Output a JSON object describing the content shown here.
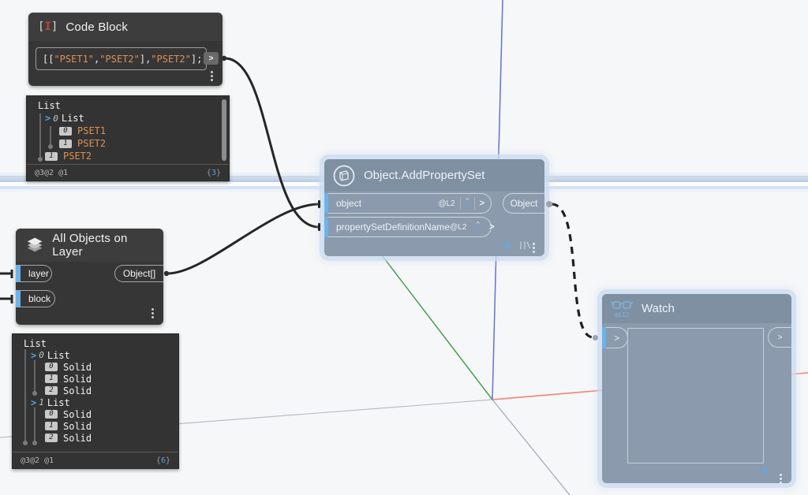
{
  "colors": {
    "accent_blue": "#4da3e8",
    "string_orange": "#dd9055",
    "freeze_blue": "#64a9e3",
    "wire_black": "#262626",
    "axis_x_red": "#ef8575",
    "axis_y_green": "#4a9e4f",
    "axis_z_blue": "#6470d4",
    "node_dark": "#363636",
    "node_frozen": "#8b9aac",
    "selection_halo": "#cfe0f1"
  },
  "nodes": {
    "code_block": {
      "icon": "code-block-icon",
      "title": "Code Block",
      "code_parts": [
        {
          "text": "[[",
          "type": "punct"
        },
        {
          "text": "\"PSET1\"",
          "type": "string"
        },
        {
          "text": ",",
          "type": "punct"
        },
        {
          "text": "\"PSET2\"",
          "type": "string"
        },
        {
          "text": "],",
          "type": "punct"
        },
        {
          "text": "\"PSET2\"",
          "type": "string"
        },
        {
          "text": "];",
          "type": "punct"
        }
      ],
      "output_label": ">"
    },
    "all_objects": {
      "icon": "layers-icon",
      "title": "All Objects on Layer",
      "inputs": [
        {
          "name": "layer"
        },
        {
          "name": "block"
        }
      ],
      "output": "Object[]"
    },
    "add_property_set": {
      "icon": "object-cube-icon",
      "title": "Object.AddPropertySet",
      "inputs": [
        {
          "name": "object",
          "level": "@L2"
        },
        {
          "name": "propertySetDefinitionName",
          "level": "@L2"
        }
      ],
      "output": "Object",
      "lacing_label": "||\\",
      "frozen": true
    },
    "watch": {
      "icon": "watch-glasses-icon",
      "title": "Watch",
      "input_label": ">",
      "output_label": ">",
      "frozen": true
    }
  },
  "previews": {
    "top": {
      "rows": [
        {
          "indent": 0,
          "label": "List"
        },
        {
          "indent": 1,
          "chevron": true,
          "index": "0",
          "label": "List"
        },
        {
          "indent": 2,
          "badge": "0",
          "label": "PSET1",
          "orange": true
        },
        {
          "indent": 2,
          "badge": "1",
          "label": "PSET2",
          "orange": true
        },
        {
          "indent": 1,
          "badge": "1",
          "label": "PSET2",
          "orange": true
        }
      ],
      "footer_left": "@3@2 @1",
      "footer_right": "{3}"
    },
    "bottom": {
      "rows": [
        {
          "indent": 0,
          "label": "List"
        },
        {
          "indent": 1,
          "chevron": true,
          "index": "0",
          "label": "List"
        },
        {
          "indent": 2,
          "badge": "0",
          "label": "Solid"
        },
        {
          "indent": 2,
          "badge": "1",
          "label": "Solid"
        },
        {
          "indent": 2,
          "badge": "2",
          "label": "Solid"
        },
        {
          "indent": 1,
          "chevron": true,
          "index": "1",
          "label": "List"
        },
        {
          "indent": 2,
          "badge": "0",
          "label": "Solid"
        },
        {
          "indent": 2,
          "badge": "1",
          "label": "Solid"
        },
        {
          "indent": 2,
          "badge": "2",
          "label": "Solid"
        }
      ],
      "footer_left": "@3@2 @1",
      "footer_right": "{6}"
    }
  }
}
